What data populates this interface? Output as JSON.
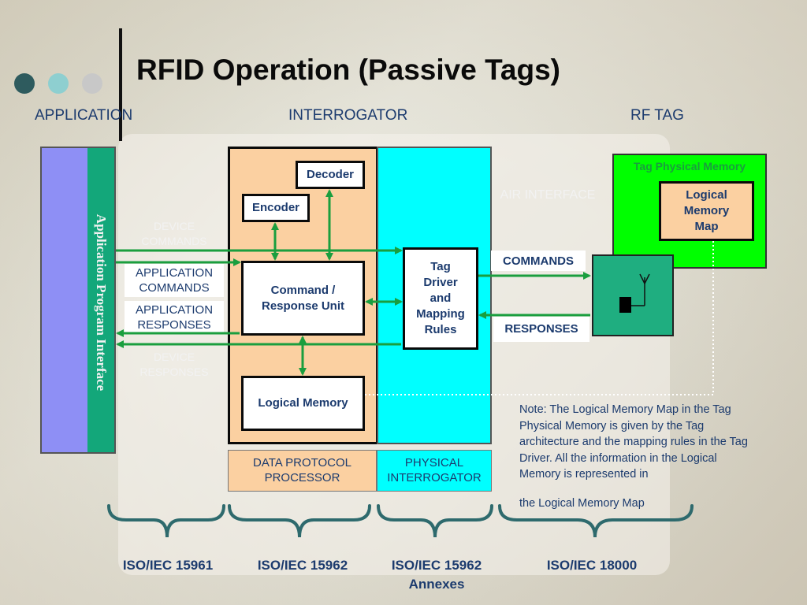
{
  "title": "RFID Operation (Passive Tags)",
  "headers": {
    "application": "APPLICATION",
    "interrogator": "INTERROGATOR",
    "rf_tag": "RF TAG"
  },
  "api_label": "Application Program Interface",
  "flow_labels": {
    "device_commands": "DEVICE COMMANDS",
    "application_commands": "APPLICATION COMMANDS",
    "application_responses": "APPLICATION RESPONSES",
    "device_responses": "DEVICE RESPONSES"
  },
  "boxes": {
    "decoder": "Decoder",
    "encoder": "Encoder",
    "command_response_unit": "Command / Response Unit",
    "logical_memory": "Logical Memory",
    "tag_driver": "Tag Driver and Mapping Rules",
    "tag_physical_memory": "Tag Physical Memory",
    "logical_memory_map": "Logical Memory Map"
  },
  "air_interface": "AIR INTERFACE",
  "commands": "COMMANDS",
  "responses": "RESPONSES",
  "sublabels": {
    "data_protocol_processor": "DATA PROTOCOL PROCESSOR",
    "physical_interrogator": "PHYSICAL INTERROGATOR"
  },
  "note_line1": "Note: The Logical Memory Map  in the Tag Physical Memory is given by the Tag architecture and the mapping rules in the Tag Driver.  All the information in the Logical Memory is represented in",
  "note_line2": "the Logical Memory Map",
  "standards": {
    "s1": "ISO/IEC 15961",
    "s2": "ISO/IEC 15962",
    "s3": "ISO/IEC 15962 Annexes",
    "s4": "ISO/IEC 18000"
  },
  "colors": {
    "dot1": "#2e5b5e",
    "dot2": "#8ecfd0",
    "dot3": "#c8c8c8",
    "app_purple": "#8e8ff5",
    "app_green": "#13a77a",
    "dpp_orange": "#fbd0a1",
    "phys_cyan": "#00ffff",
    "tag_green": "#00ff00",
    "antenna_teal": "#1fae80",
    "arrow_green": "#1a9e3e",
    "text_blue": "#1c3b6e"
  }
}
